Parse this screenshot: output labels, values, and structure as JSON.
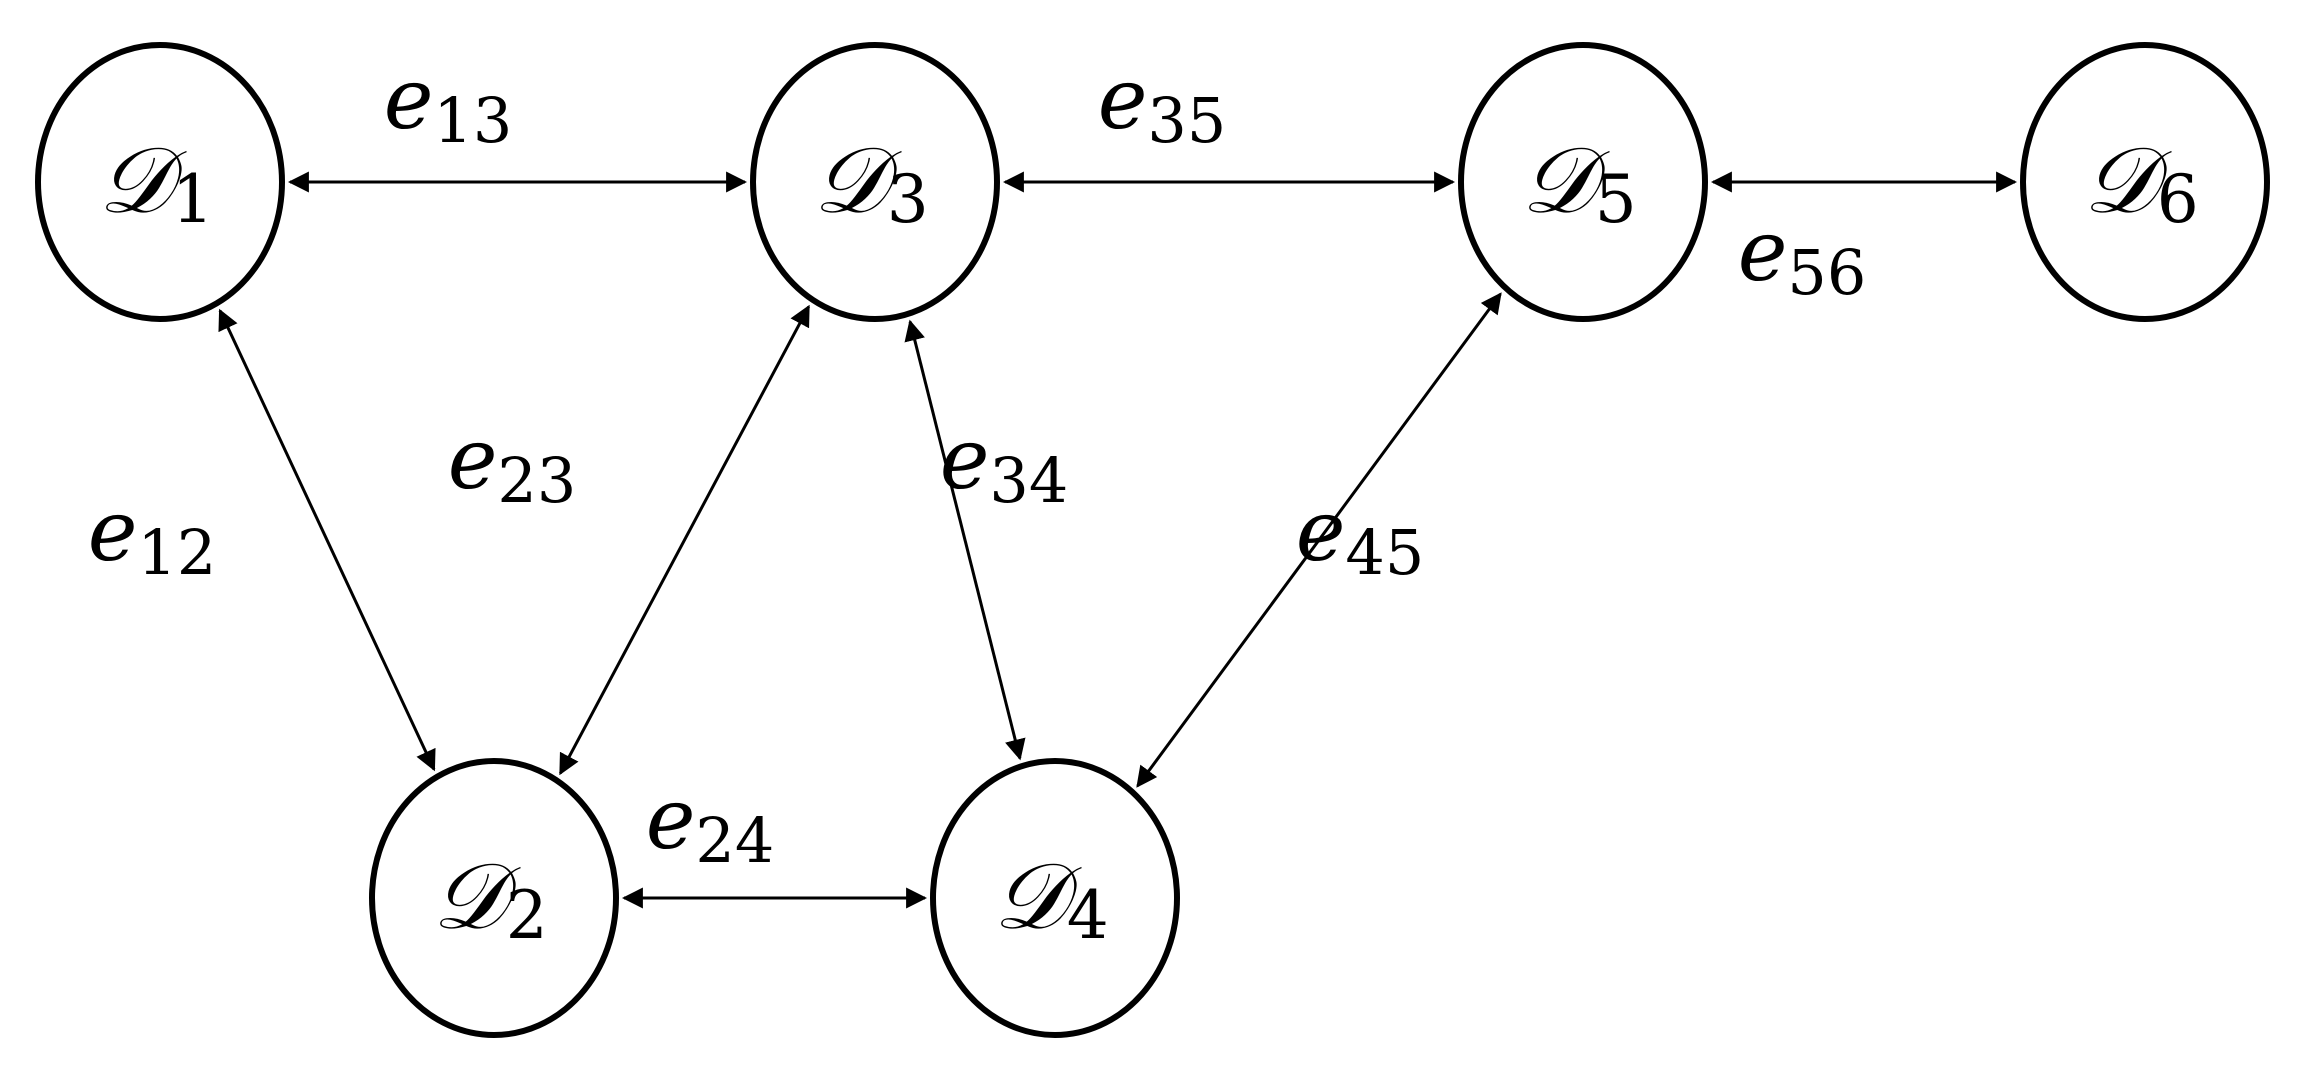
{
  "nodes": [
    {
      "id": "D1",
      "symbol": "𝒟",
      "index": "1"
    },
    {
      "id": "D2",
      "symbol": "𝒟",
      "index": "2"
    },
    {
      "id": "D3",
      "symbol": "𝒟",
      "index": "3"
    },
    {
      "id": "D4",
      "symbol": "𝒟",
      "index": "4"
    },
    {
      "id": "D5",
      "symbol": "𝒟",
      "index": "5"
    },
    {
      "id": "D6",
      "symbol": "𝒟",
      "index": "6"
    }
  ],
  "edges": [
    {
      "from": "D1",
      "to": "D3",
      "symbol": "e",
      "index": "13",
      "direction": "bidirectional"
    },
    {
      "from": "D3",
      "to": "D5",
      "symbol": "e",
      "index": "35",
      "direction": "bidirectional"
    },
    {
      "from": "D5",
      "to": "D6",
      "symbol": "e",
      "index": "56",
      "direction": "bidirectional"
    },
    {
      "from": "D1",
      "to": "D2",
      "symbol": "e",
      "index": "12",
      "direction": "bidirectional"
    },
    {
      "from": "D2",
      "to": "D3",
      "symbol": "e",
      "index": "23",
      "direction": "bidirectional"
    },
    {
      "from": "D3",
      "to": "D4",
      "symbol": "e",
      "index": "34",
      "direction": "bidirectional"
    },
    {
      "from": "D4",
      "to": "D5",
      "symbol": "e",
      "index": "45",
      "direction": "bidirectional"
    },
    {
      "from": "D2",
      "to": "D4",
      "symbol": "e",
      "index": "24",
      "direction": "bidirectional"
    }
  ]
}
